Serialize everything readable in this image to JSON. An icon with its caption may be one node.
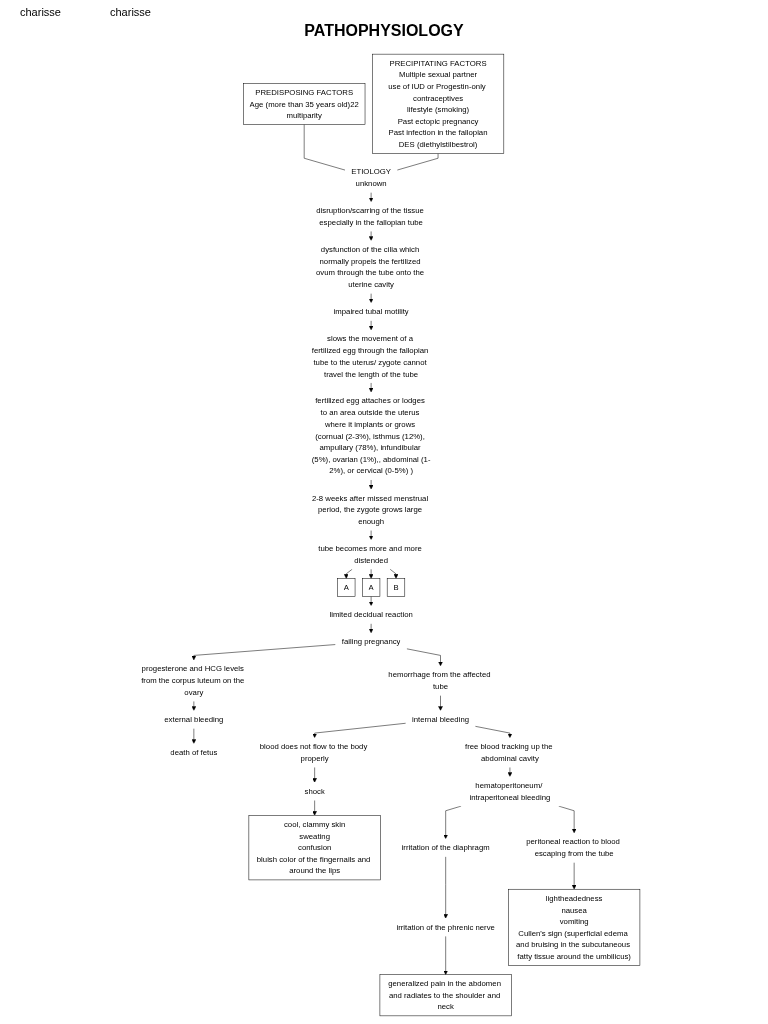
{
  "diagram": {
    "title": "PATHOPHYSIOLOGY",
    "nodes": [
      {
        "text": [
          "PREDISPOSING FACTORS",
          "Age (more than 35 years old)22",
          "multiparity"
        ]
      },
      {
        "text": [
          "PRECIPITATING FACTORS",
          "Multiple sexual partner",
          "use of IUD or Progestin-only contraceptives",
          "lifestyle (smoking)",
          "Past ectopic pregnancy",
          "Past infection in the fallopian",
          "DES (diethylstilbestrol)"
        ]
      },
      {
        "text": [
          "ETIOLOGY",
          "unknown"
        ]
      },
      {
        "text": [
          "disruption/scarring of the tissue especially in the fallopian tube"
        ]
      },
      {
        "text": [
          "dysfunction of the cilia which normally propels the fertilized ovum through the tube onto the uterine cavity"
        ]
      },
      {
        "text": [
          "impaired tubal motility"
        ]
      },
      {
        "text": [
          "slows the movement of a fertilized egg through the fallopian tube to the uterus/ zygote cannot travel the length of the tube"
        ]
      },
      {
        "text": [
          "fertilized egg attaches or lodges to an area outside the uterus where it implants or grows (cornual (2-3%), isthmus (12%), ampullary (78%), infundibular (5%), ovarian (1%),, abdominal (1-2%), or cervical (0-5%) )"
        ]
      },
      {
        "text": [
          "2-8 weeks after missed menstrual period, the zygote grows large enough"
        ]
      },
      {
        "text": [
          "tube becomes more and more distended"
        ]
      },
      {
        "text": [
          "A"
        ]
      },
      {
        "text": [
          "A"
        ]
      },
      {
        "text": [
          "B"
        ]
      },
      {
        "text": [
          "limited decidual reaction"
        ]
      },
      {
        "text": [
          "failing pregnancy"
        ]
      },
      {
        "text": [
          "progesterone and HCG levels from the corpus luteum on the ovary"
        ]
      },
      {
        "text": [
          "hemorrhage from the affected tube"
        ]
      },
      {
        "text": [
          "external bleeding"
        ]
      },
      {
        "text": [
          "death of fetus"
        ]
      },
      {
        "text": [
          "internal bleeding"
        ]
      },
      {
        "text": [
          "free blood tracking up the abdominal cavity"
        ]
      },
      {
        "text": [
          "blood does not flow to the body properly"
        ]
      },
      {
        "text": [
          "hematoperitoneum/ intraperitoneal bleeding"
        ]
      },
      {
        "text": [
          "shock"
        ]
      },
      {
        "text": [
          "cool, clammy skin",
          "sweating",
          "confusion",
          "bluish color of the fingernails and around the lips"
        ]
      },
      {
        "text": [
          "irritation of the diaphragm"
        ]
      },
      {
        "text": [
          "peritoneal reaction to blood escaping from the tube"
        ]
      },
      {
        "text": [
          "irritation of the phrenic nerve"
        ]
      },
      {
        "text": [
          "generalized pain in the abdomen and radiates to the shoulder and neck"
        ]
      },
      {
        "text": [
          "lightheadedness",
          "nausea",
          "vomiting",
          "Cullen's sign (superficial edema and bruising in the subcutaneous fatty tissue around the umbilicus)"
        ]
      }
    ],
    "edges": [
      {
        "from": 0,
        "to": 2,
        "arrow": "none"
      },
      {
        "from": 1,
        "to": 2,
        "arrow": "none"
      },
      {
        "from": 2,
        "to": 3,
        "arrow": "to"
      },
      {
        "from": 3,
        "to": 4,
        "arrow": "to"
      },
      {
        "from": 4,
        "to": 5,
        "arrow": "to"
      },
      {
        "from": 5,
        "to": 6,
        "arrow": "to"
      },
      {
        "from": 6,
        "to": 7,
        "arrow": "to"
      },
      {
        "from": 7,
        "to": 8,
        "arrow": "to"
      },
      {
        "from": 8,
        "to": 9,
        "arrow": "to"
      },
      {
        "from": 9,
        "to": 10,
        "arrow": "to"
      },
      {
        "from": 9,
        "to": 11,
        "arrow": "to"
      },
      {
        "from": 9,
        "to": 12,
        "arrow": "to"
      },
      {
        "from": 11,
        "to": 13,
        "arrow": "to"
      },
      {
        "from": 13,
        "to": 14,
        "arrow": "to"
      },
      {
        "from": 14,
        "to": 15,
        "arrow": "to"
      },
      {
        "from": 14,
        "to": 16,
        "arrow": "to"
      },
      {
        "from": 15,
        "to": 17,
        "arrow": "to"
      },
      {
        "from": 17,
        "to": 18,
        "arrow": "to"
      },
      {
        "from": 16,
        "to": 19,
        "arrow": "to"
      },
      {
        "from": 19,
        "to": 20,
        "arrow": "to"
      },
      {
        "from": 19,
        "to": 21,
        "arrow": "to"
      },
      {
        "from": 20,
        "to": 22,
        "arrow": "to"
      },
      {
        "from": 21,
        "to": 23,
        "arrow": "to"
      },
      {
        "from": 23,
        "to": 24,
        "arrow": "to"
      },
      {
        "from": 22,
        "to": 25,
        "arrow": "to"
      },
      {
        "from": 22,
        "to": 26,
        "arrow": "to"
      },
      {
        "from": 25,
        "to": 27,
        "arrow": "to"
      },
      {
        "from": 27,
        "to": 28,
        "arrow": "to"
      },
      {
        "from": 26,
        "to": 29,
        "arrow": "to"
      }
    ],
    "labels": [
      "charisse",
      "charisse"
    ]
  }
}
